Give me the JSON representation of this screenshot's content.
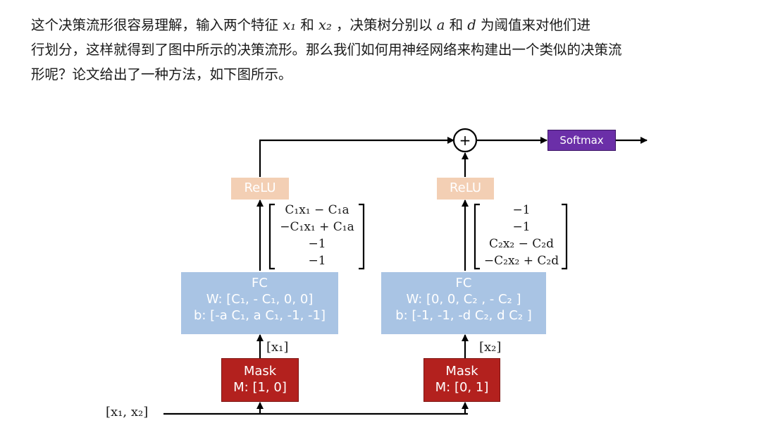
{
  "paragraph": {
    "line1_a": "这个决策流形很容易理解，输入两个特征",
    "var_x1": "x₁",
    "and1": "和",
    "var_x2": "x₂",
    "line1_b": "，决策树分别以",
    "var_a": "a",
    "and2": "和",
    "var_d": "d",
    "line1_c": "为阈值来对他们进",
    "line2": "行划分，这样就得到了图中所示的决策流形。那么我们如何用神经网络来构建出一个类似的决策流",
    "line3": "形呢？论文给出了一种方法，如下图所示。"
  },
  "diagram": {
    "input_label": "[x₁, x₂]",
    "plus_symbol": "+",
    "softmax_label": "Softmax",
    "left": {
      "relu_label": "ReLU",
      "fc_title": "FC",
      "fc_w": "W: [C₁, - C₁, 0, 0]",
      "fc_b": "b: [-a C₁, a C₁, -1, -1]",
      "mask_title": "Mask",
      "mask_m": "M: [1, 0]",
      "arrow_label": "[x₁]",
      "vector": [
        "C₁x₁ − C₁a",
        "−C₁x₁ + C₁a",
        "−1",
        "−1"
      ]
    },
    "right": {
      "relu_label": "ReLU",
      "fc_title": "FC",
      "fc_w": "W: [0, 0, C₂ , - C₂ ]",
      "fc_b": "b: [-1, -1, -d C₂, d C₂ ]",
      "mask_title": "Mask",
      "mask_m": "M: [0, 1]",
      "arrow_label": "[x₂]",
      "vector": [
        "−1",
        "−1",
        "C₂x₂ − C₂d",
        "−C₂x₂ + C₂d"
      ]
    }
  }
}
